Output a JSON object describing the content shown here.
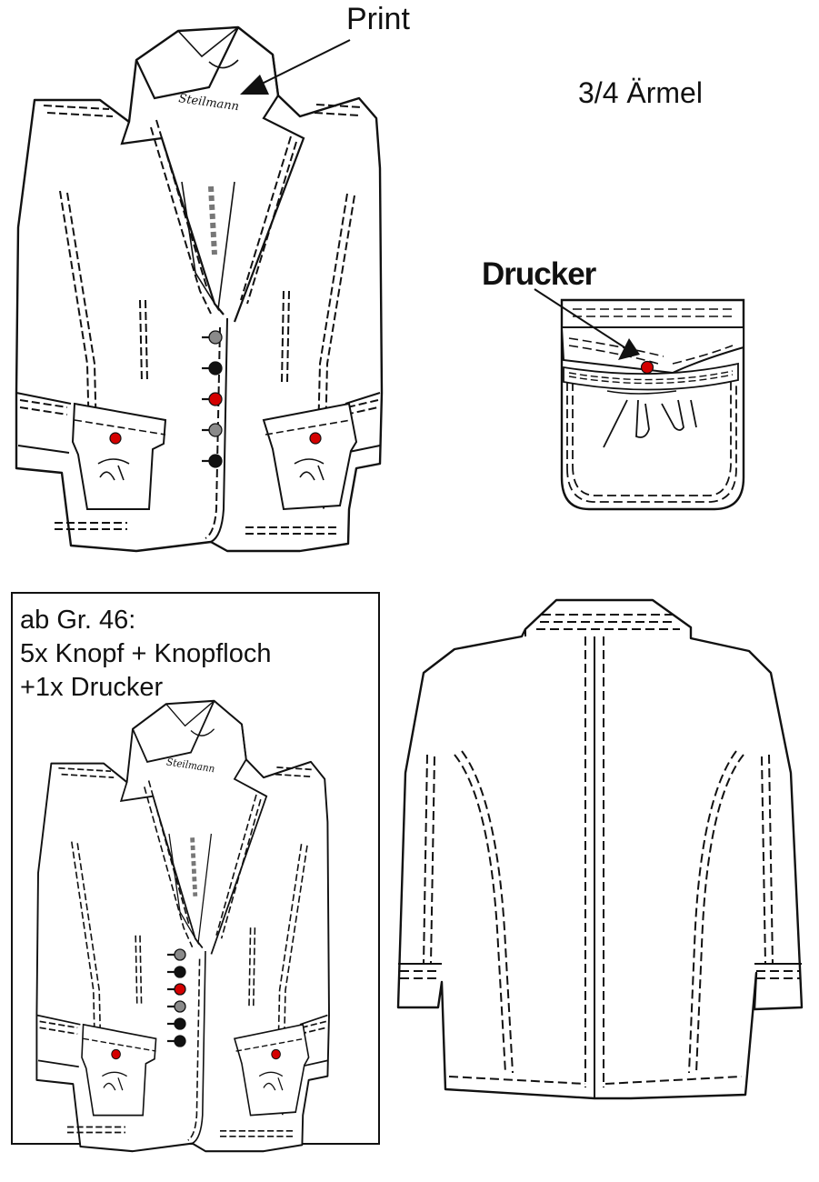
{
  "labels": {
    "print": "Print",
    "sleeve": "3/4 Ärmel",
    "snap": "Drucker"
  },
  "brand_logo": "Steilmann",
  "size_note": {
    "line1": "ab Gr. 46:",
    "line2": "5x Knopf + Knopfloch",
    "line3": "+1x Drucker"
  },
  "colors": {
    "line": "#111111",
    "snap_red": "#d40000",
    "button_grey": "#8a8a8a",
    "button_black": "#111111",
    "button_red": "#d40000"
  },
  "button_sequence": [
    "grey",
    "black",
    "red",
    "grey",
    "black"
  ],
  "button_sequence_large_size": [
    "grey",
    "black",
    "red",
    "grey",
    "black",
    "black"
  ]
}
